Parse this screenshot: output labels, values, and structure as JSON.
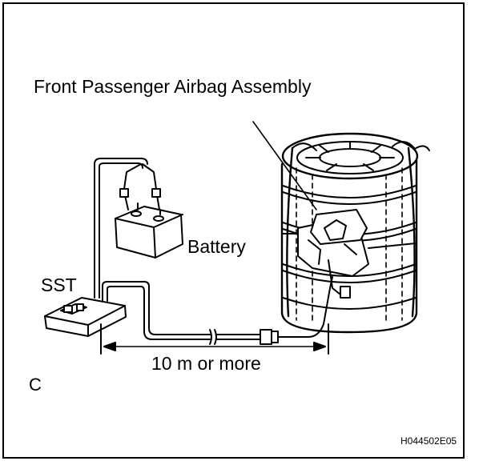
{
  "labels": {
    "title": "Front Passenger Airbag Assembly",
    "battery": "Battery",
    "sst": "SST",
    "distance": "10 m or more",
    "corner": "C",
    "figure_code": "H044502E05"
  },
  "icons": [
    "battery-icon",
    "sst-tester-icon",
    "tire-stack-icon",
    "airbag-assembly-icon",
    "connector-icon",
    "dimension-arrow-icon"
  ]
}
